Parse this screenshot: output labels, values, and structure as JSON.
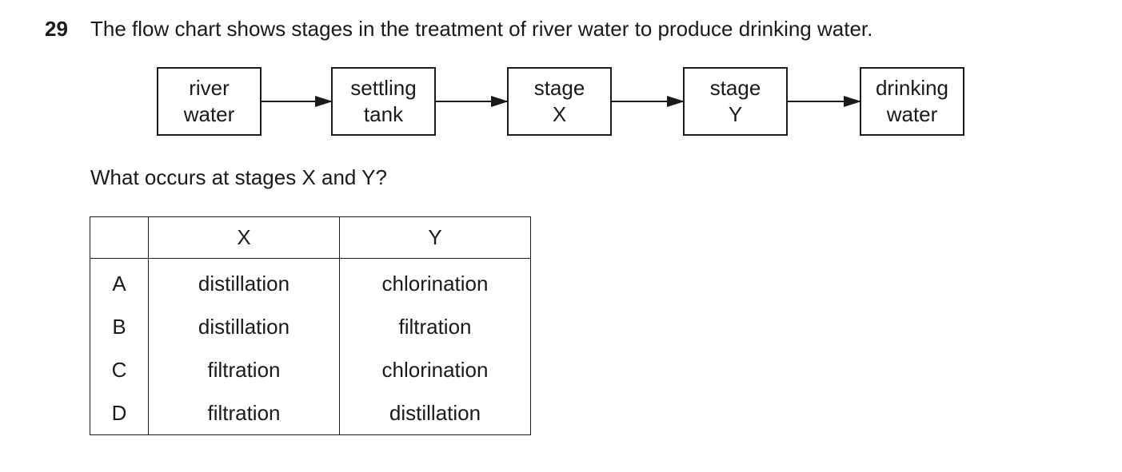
{
  "question": {
    "number": "29",
    "text": "The flow chart shows stages in the treatment of river water to produce drinking water.",
    "subquestion": "What occurs at stages X and Y?"
  },
  "flowchart": {
    "boxes": [
      {
        "line1": "river",
        "line2": "water"
      },
      {
        "line1": "settling",
        "line2": "tank"
      },
      {
        "line1": "stage",
        "line2": "X"
      },
      {
        "line1": "stage",
        "line2": "Y"
      },
      {
        "line1": "drinking",
        "line2": "water"
      }
    ]
  },
  "table": {
    "headers": [
      "",
      "X",
      "Y"
    ],
    "rows": [
      {
        "key": "A",
        "x": "distillation",
        "y": "chlorination"
      },
      {
        "key": "B",
        "x": "distillation",
        "y": "filtration"
      },
      {
        "key": "C",
        "x": "filtration",
        "y": "chlorination"
      },
      {
        "key": "D",
        "x": "filtration",
        "y": "distillation"
      }
    ]
  }
}
